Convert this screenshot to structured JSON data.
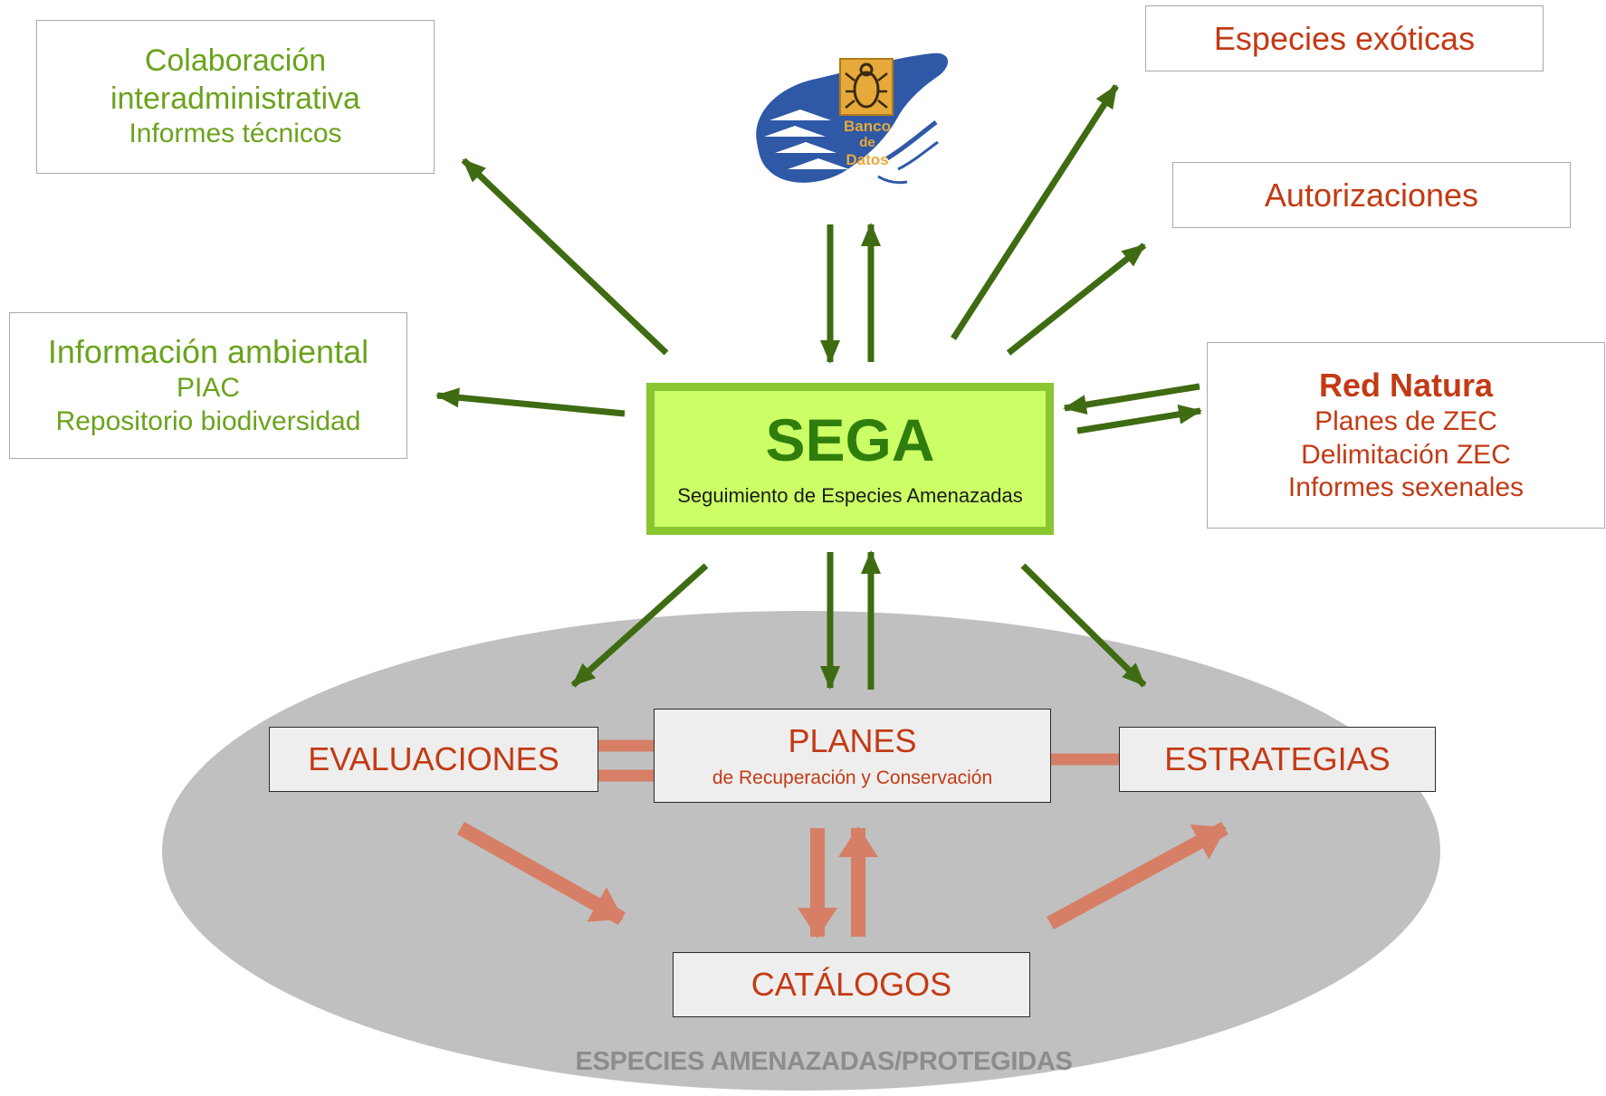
{
  "colors": {
    "green_text": "#6aa31c",
    "red_text": "#c33a14",
    "dark_green_arrow": "#3f6b12",
    "salmon_arrow": "#d67f66",
    "ellipse_fill": "#c0c0c0",
    "sega_fill": "#ccff66",
    "sega_border": "#8ac630",
    "sega_title": "#2f7d0d"
  },
  "logo": {
    "icon": "banco-de-datos-logo",
    "line1": "Banco",
    "line2": "de",
    "line3": "Datos"
  },
  "center": {
    "title": "SEGA",
    "subtitle": "Seguimiento de Especies Amenazadas"
  },
  "outputs_left": {
    "colaboracion": {
      "line1": "Colaboración",
      "line2": "interadministrativa",
      "line3": "Informes técnicos"
    },
    "informacion": {
      "line1": "Información ambiental",
      "line2": "PIAC",
      "line3": "Repositorio biodiversidad"
    }
  },
  "outputs_right": {
    "exoticas": "Especies exóticas",
    "autorizaciones": "Autorizaciones",
    "red_natura": {
      "title": "Red Natura",
      "line1": "Planes de ZEC",
      "line2": "Delimitación ZEC",
      "line3": "Informes sexenales"
    }
  },
  "ellipse": {
    "label": "ESPECIES AMENAZADAS/PROTEGIDAS",
    "evaluaciones": "EVALUACIONES",
    "planes_title": "PLANES",
    "planes_subtitle": "de Recuperación y Conservación",
    "estrategias": "ESTRATEGIAS",
    "catalogos": "CATÁLOGOS"
  }
}
